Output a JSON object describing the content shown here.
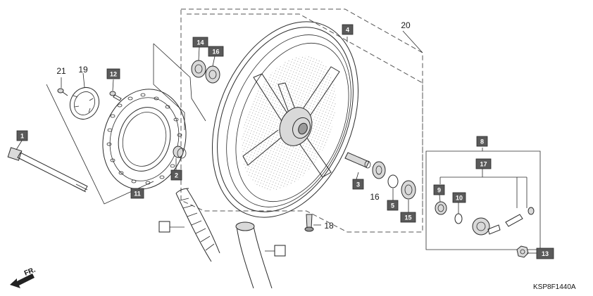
{
  "diagram": {
    "code": "KSP8F1440A",
    "direction_label": "FR.",
    "callouts": [
      {
        "id": "c1",
        "label": "1"
      },
      {
        "id": "c2",
        "label": "2"
      },
      {
        "id": "c3",
        "label": "3"
      },
      {
        "id": "c4",
        "label": "4"
      },
      {
        "id": "c5",
        "label": "5"
      },
      {
        "id": "c8",
        "label": "8"
      },
      {
        "id": "c9",
        "label": "9"
      },
      {
        "id": "c10",
        "label": "10"
      },
      {
        "id": "c11",
        "label": "11"
      },
      {
        "id": "c12",
        "label": "12"
      },
      {
        "id": "c13",
        "label": "13"
      },
      {
        "id": "c14",
        "label": "14"
      },
      {
        "id": "c15",
        "label": "15"
      },
      {
        "id": "c16a",
        "label": "16"
      },
      {
        "id": "c17",
        "label": "17"
      }
    ],
    "plain_numbers": [
      {
        "id": "n20",
        "label": "20"
      },
      {
        "id": "n21",
        "label": "21"
      },
      {
        "id": "n19",
        "label": "19"
      },
      {
        "id": "n16b",
        "label": "16"
      },
      {
        "id": "n18",
        "label": "18"
      }
    ]
  }
}
